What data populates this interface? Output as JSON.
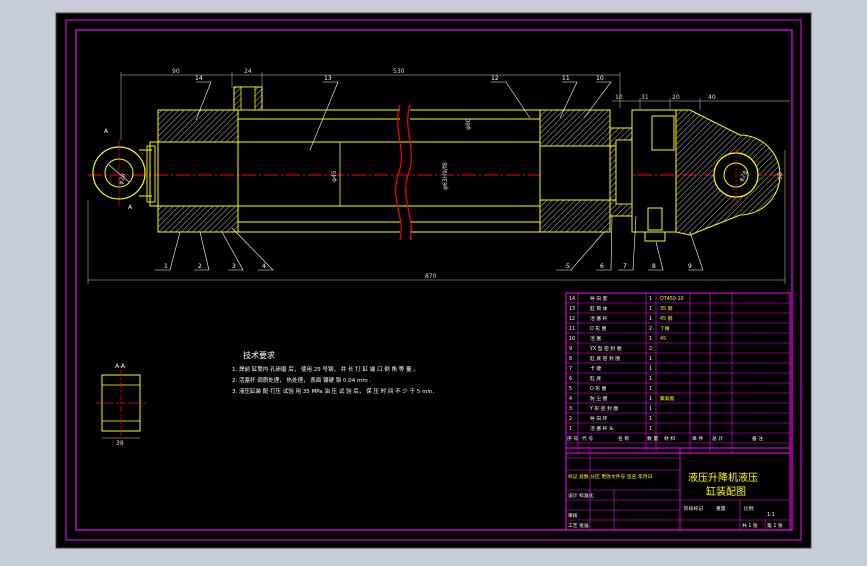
{
  "drawing": {
    "title_line1": "液压升降机液压",
    "title_line2": "缸装配图",
    "tech_title": "技术要求",
    "tech_lines": [
      "1. 焊前 缸筒内 孔研磨 后， 使用 25 号钢， 并 长 打 缸 端 口 倒 角 等 量 。",
      "2. 活塞杆 调质处理， 热处理， 表面 镀硬 铬 0.04 mm .",
      "3. 液压缸装 配 打压 试验 用 35 MPa 油 压 试 验 后， 保 压 时 间 不 少 于 5 min."
    ],
    "section_label": "A-A",
    "section_width_dim": "38",
    "dims": {
      "d_90": "90",
      "d_24": "24",
      "d_530": "530",
      "d_10": "10",
      "d_31": "31",
      "d_20": "20",
      "d_40": "40",
      "d_total": "870",
      "d_left_dim": "φ28",
      "d_mid_dim": "φ45",
      "d_inner_dim": "φ63H9/f8",
      "d_bore_dim": "φ80",
      "d_right_dim": "φ28",
      "d_tail_dim": "98",
      "d_A_top": "A",
      "d_A_bot": "A"
    },
    "balloons": {
      "bottom": [
        "1",
        "2",
        "3",
        "4",
        "5",
        "6",
        "7",
        "8",
        "9"
      ],
      "top": [
        "14",
        "13",
        "12",
        "11",
        "10"
      ]
    }
  },
  "parts_table": [
    {
      "no": "14",
      "name": "导 向 套",
      "qty": "1",
      "mat": "QT450-10"
    },
    {
      "no": "13",
      "name": "缸 筒 体",
      "qty": "1",
      "mat": "35 钢"
    },
    {
      "no": "12",
      "name": "活 塞 杆",
      "qty": "1",
      "mat": "45 钢"
    },
    {
      "no": "11",
      "name": "O 形 圈",
      "qty": "2",
      "mat": "丁腈"
    },
    {
      "no": "10",
      "name": "活 塞",
      "qty": "1",
      "mat": "45"
    },
    {
      "no": "9",
      "name": "YX 型 密 封 圈",
      "qty": "2",
      "mat": ""
    },
    {
      "no": "8",
      "name": "缸 底 密 封 圈",
      "qty": "1",
      "mat": ""
    },
    {
      "no": "7",
      "name": "卡 键",
      "qty": "1",
      "mat": ""
    },
    {
      "no": "6",
      "name": "缸 底",
      "qty": "1",
      "mat": ""
    },
    {
      "no": "5",
      "name": "O 形 圈",
      "qty": "1",
      "mat": ""
    },
    {
      "no": "4",
      "name": "防 尘 圈",
      "qty": "1",
      "mat": "聚氨酯"
    },
    {
      "no": "3",
      "name": "Y 形 密 封 圈",
      "qty": "1",
      "mat": ""
    },
    {
      "no": "2",
      "name": "导 向 环",
      "qty": "1",
      "mat": ""
    },
    {
      "no": "1",
      "name": "活 塞 杆 头",
      "qty": "1",
      "mat": ""
    }
  ],
  "parts_header": {
    "no": "序 号",
    "code": "代 号",
    "name": "名 称",
    "qty": "数 量",
    "mat": "材 料",
    "unit_weight": "单 件",
    "total_weight": "总 计",
    "note": "备 注"
  },
  "title_block": {
    "row_labels": [
      "标记 处数 分区 更改文件号 签名 年月日",
      "设计 标准化",
      "审核",
      "工艺 批准"
    ],
    "stage": "阶段标记",
    "weight": "重量",
    "scale": "比例",
    "scale_value": "1:1",
    "sheet": "共 1 张",
    "sheet_of": "第 1 张"
  },
  "colors": {
    "paper": "#000000",
    "frame": "#ff00ff",
    "outline": "#ffff00",
    "centerline": "#ff0000",
    "dimension": "#d0d0d0",
    "section_line": "#00ff00",
    "border_bg": "#c6cdd6"
  }
}
